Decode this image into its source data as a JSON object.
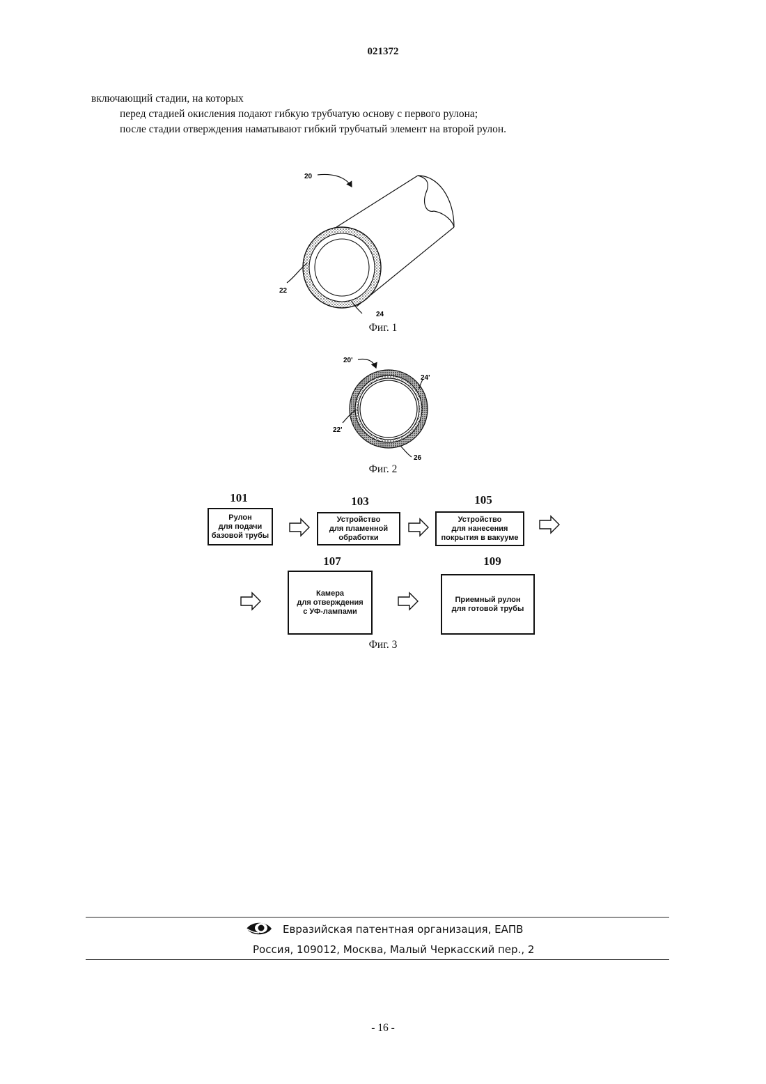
{
  "header": {
    "doc_number": "021372"
  },
  "body_text": {
    "line1": "включающий стадии, на которых",
    "line2": "перед стадией окисления подают гибкую трубчатую основу с первого рулона;",
    "line3": "после стадии отверждения наматывают гибкий трубчатый элемент на второй рулон."
  },
  "figure1": {
    "caption": "Фиг. 1",
    "ref_tube": "20",
    "ref_inner": "22",
    "ref_outer": "24"
  },
  "figure2": {
    "caption": "Фиг. 2",
    "ref_tube": "20'",
    "ref_outer": "24'",
    "ref_inner": "22'",
    "ref_layer": "26"
  },
  "figure3": {
    "caption": "Фиг. 3",
    "steps": [
      {
        "number": "101",
        "label": "Рулон\nдля подачи\nбазовой трубы"
      },
      {
        "number": "103",
        "label": "Устройство\nдля пламенной\nобработки"
      },
      {
        "number": "105",
        "label": "Устройство\nдля нанесения\nпокрытия в вакууме"
      },
      {
        "number": "107",
        "label": "Камера\nдля отверждения\nс УФ-лампами"
      },
      {
        "number": "109",
        "label": "Приемный рулон\nдля готовой трубы"
      }
    ]
  },
  "footer": {
    "organization": "Евразийская патентная организация, ЕАПВ",
    "address": "Россия, 109012, Москва, Малый Черкасский пер., 2",
    "logo_icon": "eapo-eye-logo-icon"
  },
  "page_number": "- 16 -"
}
